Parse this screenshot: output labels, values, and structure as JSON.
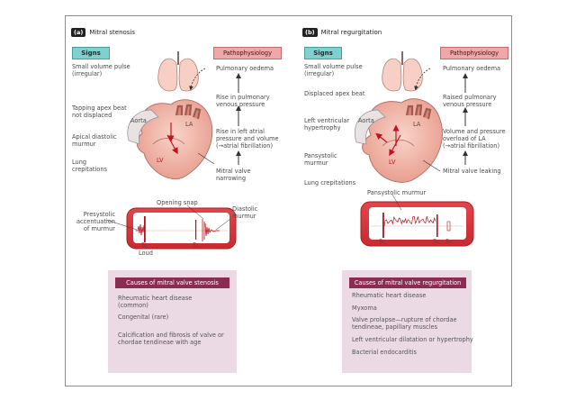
{
  "panel_a": {
    "letter": "(a)",
    "title": "Mitral stenosis",
    "signs_tag": "Signs",
    "patho_tag": "Pathophysiology",
    "signs": {
      "pulse_1": "Small volume pulse",
      "pulse_2": "(irregular)",
      "apex_1": "Tapping apex beat",
      "apex_2": "not displaced",
      "murmur_1": "Apical diastolic",
      "murmur_2": "murmur",
      "lung_1": "Lung",
      "lung_2": "crepitations"
    },
    "patho": {
      "oedema": "Pulmonary oedema",
      "rise_1": "Rise in pulmonary",
      "rise_2": "venous pressure",
      "la_1": "Rise in left atrial",
      "la_2": "pressure and volume",
      "la_3": "(→atrial fibrillation)",
      "narrow_1": "Mitral valve",
      "narrow_2": "narrowing"
    },
    "heart": {
      "aorta": "Aorta",
      "la": "LA",
      "lv": "LV"
    },
    "sound": {
      "opening_snap": "Opening snap",
      "presystolic_1": "Presystolic",
      "presystolic_2": "accentuation",
      "presystolic_3": "of murmur",
      "diastolic_1": "Diastolic",
      "diastolic_2": "murmur",
      "s1": "S₁",
      "s1_loud": "Loud",
      "s2": "S₂"
    },
    "causes_title": "Causes of mitral valve stenosis",
    "causes": {
      "c1_1": "Rheumatic heart disease",
      "c1_2": "(common)",
      "c2": "Congenital (rare)",
      "c3_1": "Calcification and fibrosis of valve or",
      "c3_2": "chordae tendineae with age"
    }
  },
  "panel_b": {
    "letter": "(b)",
    "title": "Mitral regurgitation",
    "signs_tag": "Signs",
    "patho_tag": "Pathophysiology",
    "signs": {
      "pulse_1": "Small volume pulse",
      "pulse_2": "(irregular)",
      "apex": "Displaced apex beat",
      "lvh_1": "Left ventricular",
      "lvh_2": "hypertrophy",
      "murmur_1": "Pansystolic",
      "murmur_2": "murmur",
      "lung": "Lung crepitations"
    },
    "patho": {
      "oedema": "Pulmonary oedema",
      "raised_1": "Raised pulmonary",
      "raised_2": "venous pressure",
      "vol_1": "Volume and pressure",
      "vol_2": "overload of LA",
      "vol_3": "(→atrial fibrillation)",
      "leak": "Mitral valve leaking"
    },
    "heart": {
      "aorta": "Aorta",
      "la": "LA",
      "lv": "LV"
    },
    "sound": {
      "pansystolic": "Pansystolic murmur",
      "s1": "S₁",
      "s2": "S₂",
      "s3": "S₃"
    },
    "causes_title": "Causes of mitral valve regurgitation",
    "causes": {
      "c1": "Rheumatic heart disease",
      "c2": "Myxoma",
      "c3_1": "Valve prolapse—rupture of chordae",
      "c3_2": "tendineae, papillary muscles",
      "c4": "Left ventricular dilatation or hypertrophy",
      "c5": "Bacterial endocarditis"
    }
  },
  "colors": {
    "signs_tag": "#7fd0cf",
    "patho_tag": "#f0a7a8",
    "heart": "#f2b8ab",
    "lung": "#f7cfc4",
    "sound_box": "#d8373c",
    "trace": "#b3121b",
    "causes_bg": "#ebd9e4",
    "causes_head": "#8c2c52"
  }
}
